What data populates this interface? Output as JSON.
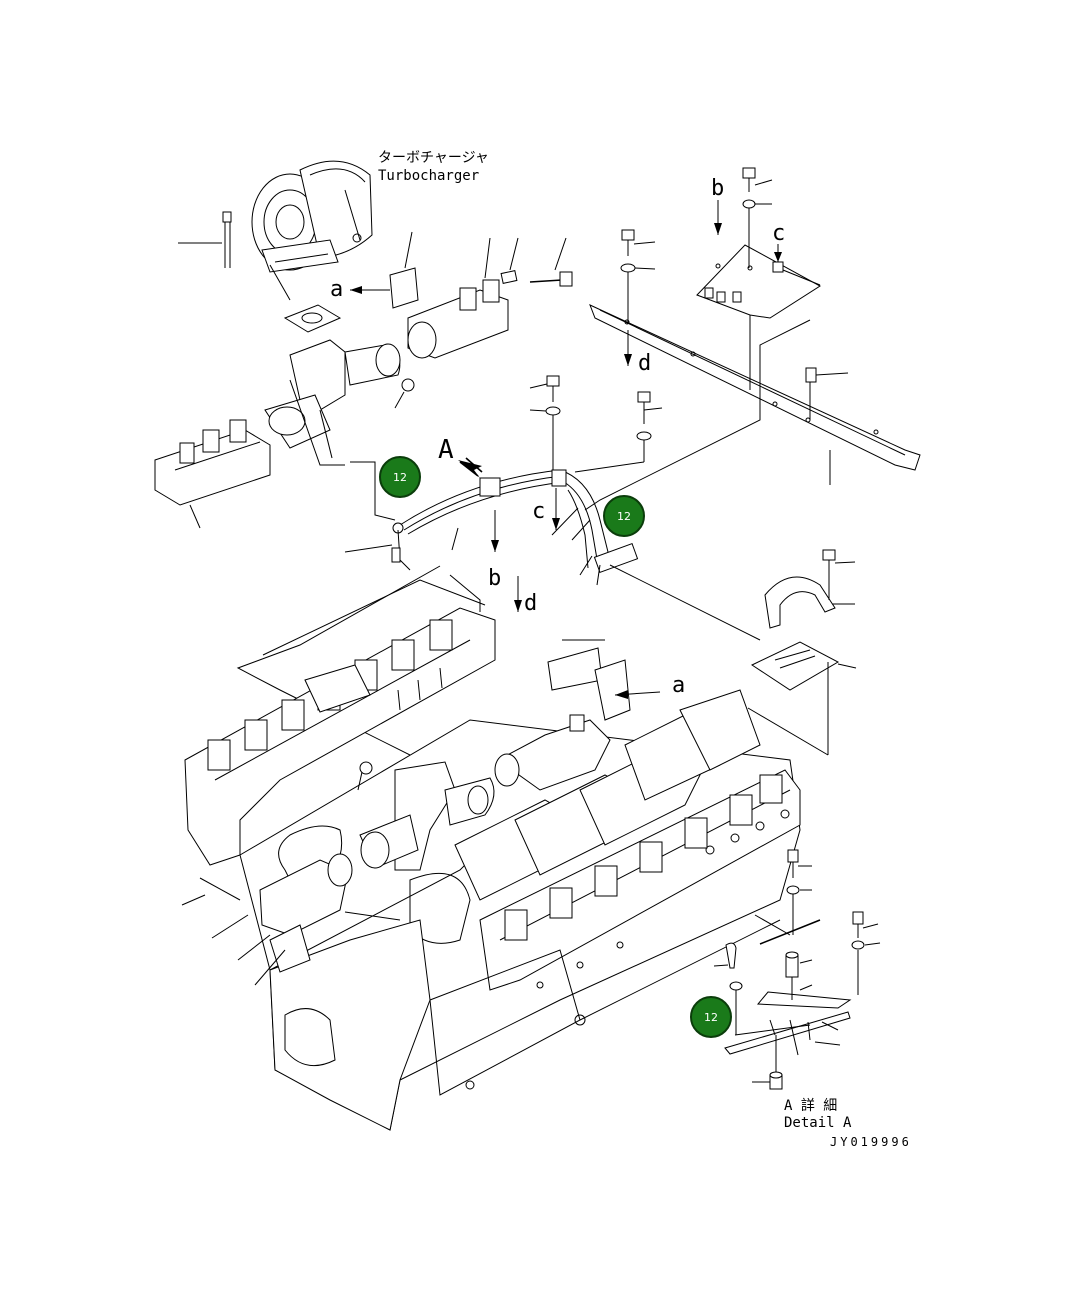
{
  "labels": {
    "turbo_jp": "ターボチャージャ",
    "turbo_en": "Turbocharger",
    "detail_jp": "A 詳 細",
    "detail_en": "Detail A",
    "drawing_no": "JY019996",
    "view_A": "A"
  },
  "letters": {
    "a1": "a",
    "a2": "a",
    "b1": "b",
    "b2": "b",
    "c1": "c",
    "c2": "c",
    "d1": "d",
    "d2": "d"
  },
  "callouts": [
    {
      "label": "12"
    },
    {
      "label": "12"
    },
    {
      "label": "12"
    }
  ],
  "colors": {
    "line": "#000000",
    "callout_fill": "#1a7a1a",
    "callout_text": "#ffffff",
    "background": "#ffffff"
  }
}
